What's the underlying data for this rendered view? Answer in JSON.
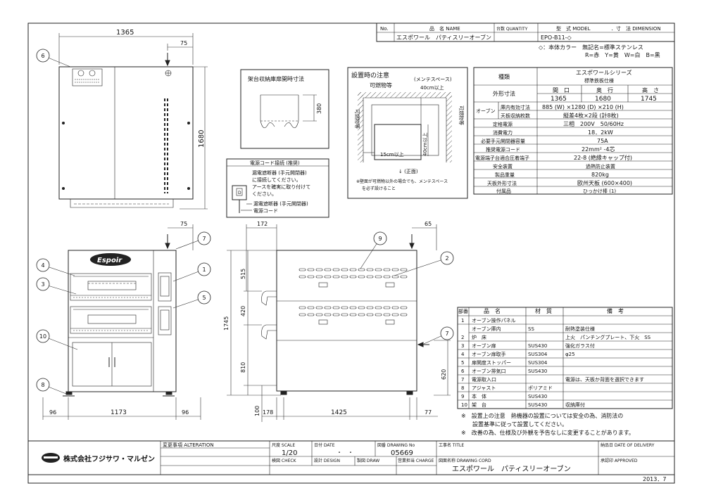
{
  "title_table": {
    "col_no": "No.",
    "col_name": "品　名 NAME",
    "col_qty": "台数 QUANTITY",
    "col_model": "型　式 MODEL",
    "col_dim": "．寸　法 DIMENSION",
    "name": "エスポワール　パティスリーオーブン",
    "model": "EPO-B11-◇",
    "color_note_1": "◇：本体カラー　無記名=標準ステンレス",
    "color_note_2": "R=赤　Y=黄　W=白　B=黒"
  },
  "spec": {
    "h_kind": "種類",
    "v_kind_1": "エスポワールシリーズ",
    "v_kind_2": "標準鉄板仕様",
    "h_outer": "外形寸法",
    "h_width": "間　口",
    "h_depth": "奥　行",
    "h_height": "高　さ",
    "v_width": "1365",
    "v_depth": "1680",
    "v_height": "1745",
    "h_oven": "オーブン",
    "h_inner": "庫内有効寸法",
    "v_inner": "885 (W) ×1280 (D) ×210 (H)",
    "h_plates": "天板収納枚数",
    "v_plates": "縦差4枚×2段 (計8枚)",
    "h_power": "定格電源",
    "v_power": "三相　200V　50/60Hz",
    "h_consumption": "消費電力",
    "v_consumption": "18．2kW",
    "h_switch": "必要手元開閉器容量",
    "v_switch": "75A",
    "h_cord": "推奨電源コード",
    "v_cord": "22mm² -4芯",
    "h_terminal": "電源端子台適合圧着端子",
    "v_terminal": "22-8 (絶縁キャップ付)",
    "h_safety": "安全装置",
    "v_safety": "過熱防止装置",
    "h_weight": "製品重量",
    "v_weight": "820kg",
    "h_tray": "天板外形寸法",
    "v_tray": "欧州天板 (600×400)",
    "h_accessory": "付属品",
    "v_accessory": "ひっかけ棒 (1)"
  },
  "parts": {
    "h_no": "部番",
    "h_name": "品　名",
    "h_material": "材　質",
    "h_note": "備　考",
    "rows": [
      {
        "no": "1",
        "name": "オーブン操作パネル",
        "material": "",
        "note": ""
      },
      {
        "no": "",
        "name": "オーブン庫内",
        "material": "SS",
        "note": "耐熱塗装仕様"
      },
      {
        "no": "2",
        "name": "炉　床",
        "material": "",
        "note": "上火　パンチングプレート、下火　SS"
      },
      {
        "no": "3",
        "name": "オーブン扉",
        "material": "SUS430",
        "note": "強化ガラス付"
      },
      {
        "no": "4",
        "name": "オーブン扉取手",
        "material": "SUS304",
        "note": "φ25"
      },
      {
        "no": "5",
        "name": "扉開度ストッパー",
        "material": "SUS304",
        "note": ""
      },
      {
        "no": "6",
        "name": "オーブン排気口",
        "material": "SUS430",
        "note": ""
      },
      {
        "no": "7",
        "name": "電源取入口",
        "material": "",
        "note": "電源は、天板か背面を選択できます"
      },
      {
        "no": "8",
        "name": "アジャスト",
        "material": "ポリアミド",
        "note": ""
      },
      {
        "no": "9",
        "name": "本　体",
        "material": "SUS430",
        "note": ""
      },
      {
        "no": "10",
        "name": "架　台",
        "material": "SUS430",
        "note": "収納庫付"
      }
    ]
  },
  "notes": {
    "n1_a": "※　設置上の注意　熱機器の設置については安全の為、消防法の",
    "n1_b": "設置基準に従って設置してください。",
    "n2": "※　改善の為、仕様及び外観を予告なしに変更することがあります。"
  },
  "install": {
    "title": "設置時の注意",
    "flammable_top": "可燃物等",
    "maint_space": "(メンテスペース)",
    "d40_top": "40cm以上",
    "flammable_left": "可燃物等",
    "flammable_right": "可燃物等",
    "d40_side": "40cm以上",
    "d15": "15cm以上",
    "front": "↓ (正面)",
    "note_1": "※壁面が可燃物以外の場合でも、メンテスペース",
    "note_2": "を必ず設けること"
  },
  "stand": {
    "title": "架台収納庫扉開時寸法",
    "dim": "380"
  },
  "cord": {
    "title": "電源コード接続 (推奨)",
    "l1": "漏電遮断器 (手元開閉器)",
    "l2": "に接続してください。",
    "l3": "アースを確実に取り付けて",
    "l4": "ください。",
    "l5": "漏電遮断器 (手元開閉器)",
    "l6": "電源コード",
    "sym": "D"
  },
  "dims": {
    "top_width": "1365",
    "top_inlet": "75",
    "top_depth": "1680",
    "front_inlet": "75",
    "front_side_l": "96",
    "front_middle": "1173",
    "front_side_r": "96",
    "side_172": "172",
    "side_65": "65",
    "side_515": "515",
    "side_420": "420",
    "side_810": "810",
    "side_1745": "1745",
    "side_100": "100",
    "side_178": "178",
    "side_1425": "1425",
    "side_77": "77",
    "side_620": "620"
  },
  "balloons": [
    "1",
    "2",
    "3",
    "4",
    "5",
    "6",
    "7",
    "8",
    "9",
    "10"
  ],
  "logo_text": "Espoir",
  "title_block": {
    "company": "株式会社フジサワ・マルゼン",
    "alteration": "変更事項 ALTERATION",
    "scale_label": "尺度 SCALE",
    "scale": "1/20",
    "date_label": "日付 DATE",
    "date": "・　・",
    "drawing_no_label": "図番 DRAWING No",
    "drawing_no": "05669",
    "title_label": "工事名 TITLE",
    "delivery_label": "納品日 DATE OF DELIVERY",
    "check_label": "検図 CHECK",
    "design_label": "設計 DESIGN",
    "draw_label": "製図 DRAW",
    "charge_label": "営業担当 CHARGE",
    "cord_label": "図面名称 DRAWING CORD",
    "drawing_name": "エスポワール　パティスリーオーブン",
    "approved_label": "承認印 APPROVED",
    "issue_date": "2013．7"
  }
}
